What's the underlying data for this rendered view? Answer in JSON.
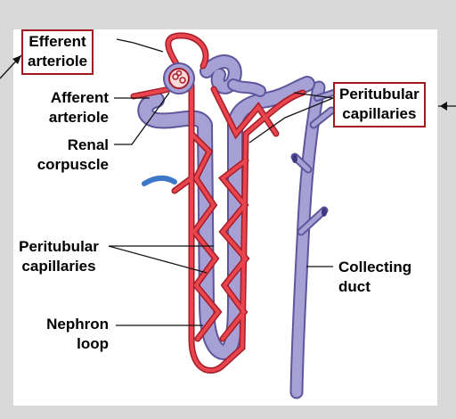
{
  "labels": {
    "efferent_arteriole": "Efferent\narteriole",
    "afferent_arteriole": "Afferent\narteriole",
    "renal_corpuscle": "Renal\ncorpuscle",
    "peritubular_capillaries_top": "Peritubular\ncapillaries",
    "peritubular_capillaries_left": "Peritubular\ncapillaries",
    "collecting_duct": "Collecting\nduct",
    "nephron_loop": "Nephron\nloop"
  },
  "colors": {
    "background": "#d9d9d9",
    "panel": "#ffffff",
    "tubule": "#a7a0d4",
    "tubule_edge": "#5d569c",
    "capillary": "#e8454e",
    "capillary_edge": "#a51d28",
    "vein": "#3d78c8",
    "label_box": "#a01820"
  }
}
